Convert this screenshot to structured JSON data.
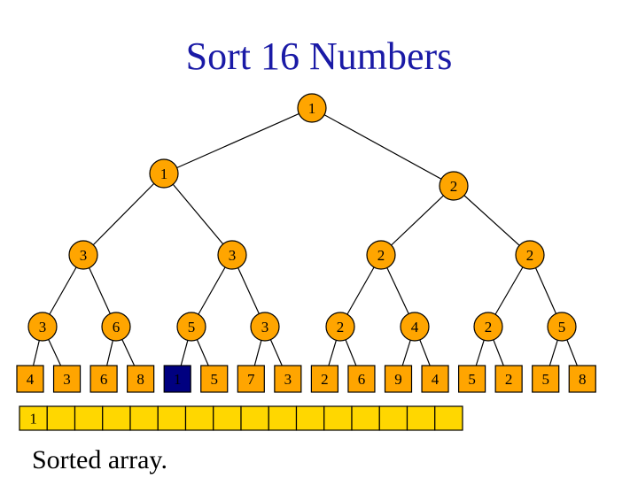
{
  "slide": {
    "title": "Sort 16 Numbers",
    "footer": "Sorted array."
  },
  "colors": {
    "node": "#ffa500",
    "leaf": "#ffa500",
    "leaf_highlight": "#000080",
    "array_cell": "#ffd700",
    "edge": "#000000",
    "title": "#1a1aa6"
  },
  "tree": {
    "root": "1",
    "level1": [
      "1",
      "2"
    ],
    "level2": [
      "3",
      "3",
      "2",
      "2"
    ],
    "level3": [
      "3",
      "6",
      "5",
      "3",
      "2",
      "4",
      "2",
      "5"
    ],
    "leaves": [
      "4",
      "3",
      "6",
      "8",
      "1",
      "5",
      "7",
      "3",
      "2",
      "6",
      "9",
      "4",
      "5",
      "2",
      "5",
      "8"
    ],
    "highlighted_leaf_index": 4
  },
  "sorted_array": {
    "cells": [
      "1",
      "",
      "",
      "",
      "",
      "",
      "",
      "",
      "",
      "",
      "",
      "",
      "",
      "",
      "",
      ""
    ]
  }
}
